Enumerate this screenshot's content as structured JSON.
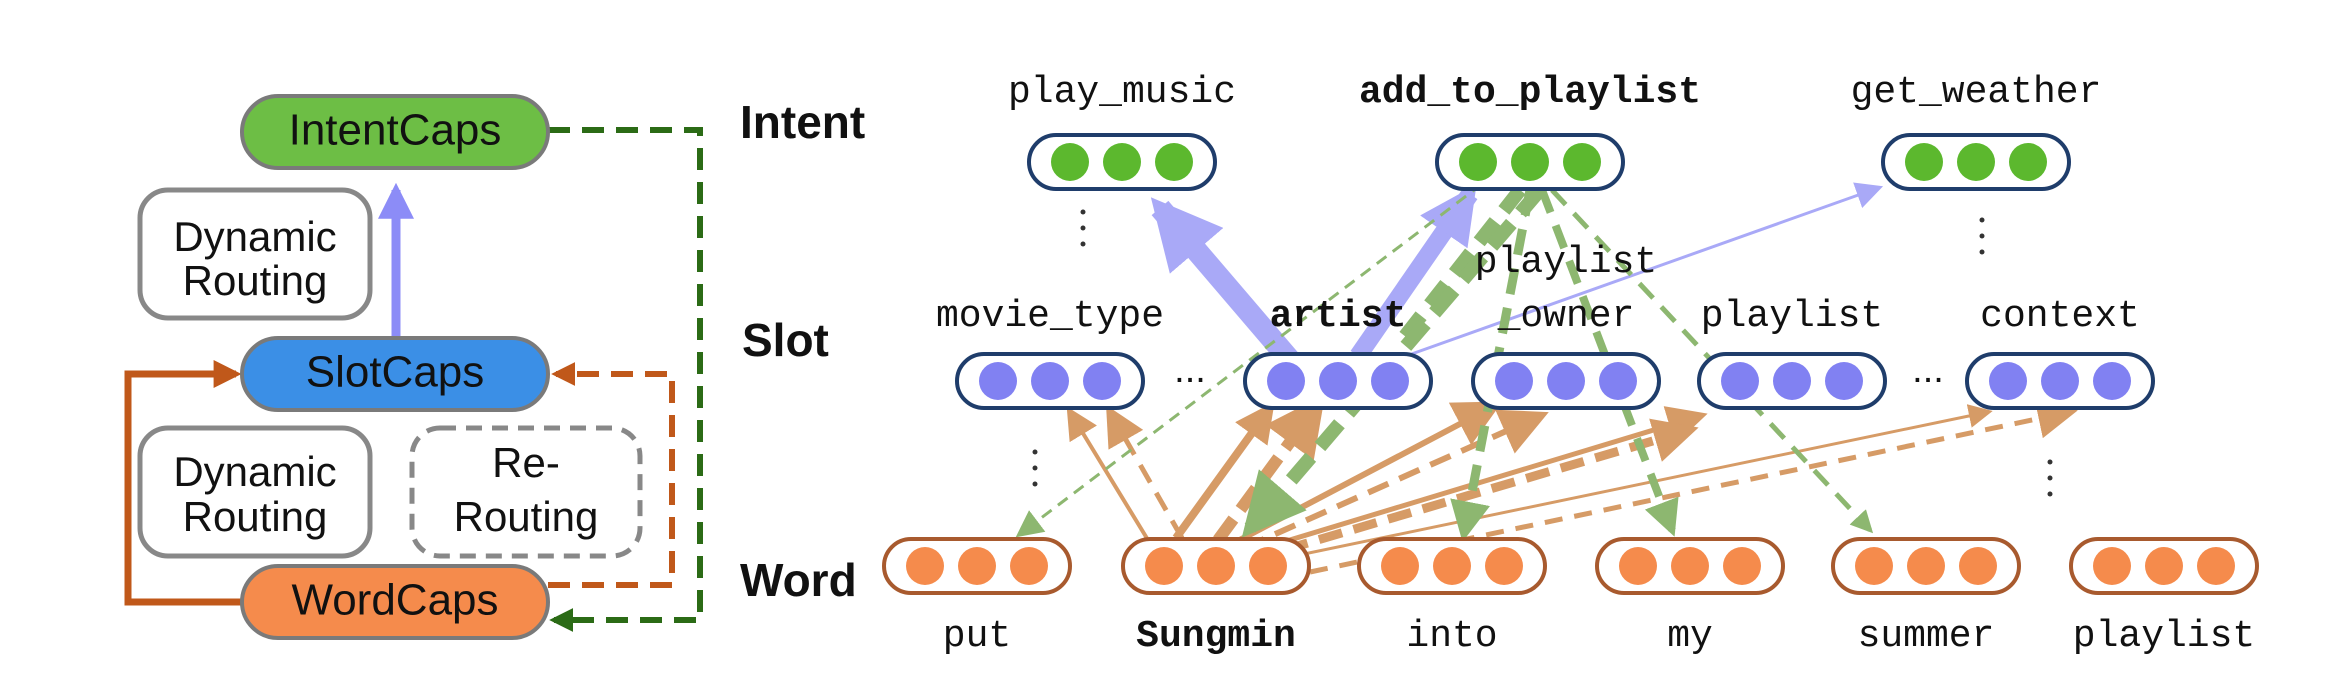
{
  "colors": {
    "intent_fill": "#6dbe45",
    "intent_dot": "#5cb82e",
    "slot_fill": "#3b8fe6",
    "slot_dot": "#8181f2",
    "word_fill": "#f58b4c",
    "word_dot": "#f58b4c",
    "capsule_border": "#1f3d6b",
    "word_border": "#a85a2e",
    "routing_up": "#8c8cf7",
    "dynamic_left": "#c0581a",
    "rerouting": "#c0581a",
    "intent_feedback": "#2b6b16",
    "green_dashed": "#8db770",
    "tan_arrow": "#d69b66"
  },
  "left_panel": {
    "intent_caps": "IntentCaps",
    "slot_caps": "SlotCaps",
    "word_caps": "WordCaps",
    "dynamic_routing_top": [
      "Dynamic",
      "Routing"
    ],
    "dynamic_routing_bottom": [
      "Dynamic",
      "Routing"
    ],
    "rerouting": [
      "Re-",
      "Routing"
    ]
  },
  "row_labels": {
    "intent": "Intent",
    "slot": "Slot",
    "word": "Word"
  },
  "intents": [
    "play_music",
    "add_to_playlist",
    "get_weather"
  ],
  "slots": [
    {
      "label": [
        "movie_type"
      ]
    },
    {
      "label": [
        "artist"
      ]
    },
    {
      "label": [
        "playlist",
        "_owner"
      ]
    },
    {
      "label": [
        "playlist"
      ]
    },
    {
      "label": [
        "context"
      ]
    }
  ],
  "words": [
    "put",
    "Sungmin",
    "into",
    "my",
    "summer",
    "playlist"
  ],
  "ellipsis": "..."
}
